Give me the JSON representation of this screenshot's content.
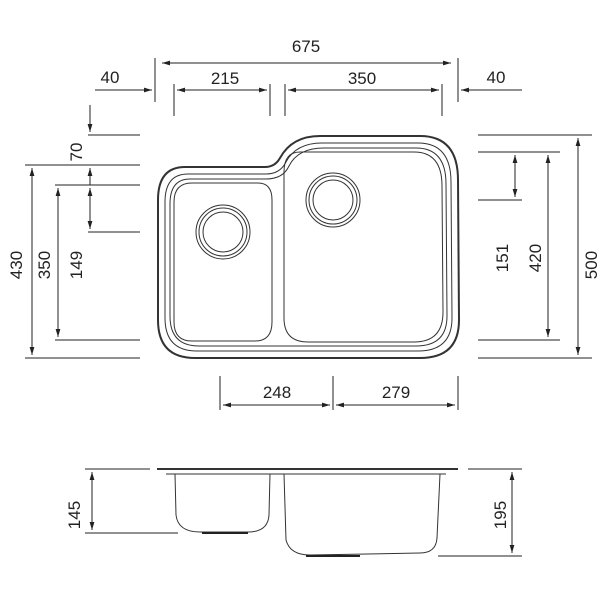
{
  "top_view": {
    "overall_width": "675",
    "left_margin": "40",
    "right_margin": "40",
    "small_bowl_width": "215",
    "large_bowl_width": "350",
    "small_section_width": "248",
    "large_section_width": "279",
    "overall_depth_left": "430",
    "small_bowl_depth": "350",
    "small_drain_offset": "149",
    "step_offset": "70",
    "large_drain_offset": "151",
    "large_bowl_depth": "420",
    "overall_depth_right": "500"
  },
  "side_view": {
    "small_bowl_height": "145",
    "large_bowl_height": "195"
  },
  "colors": {
    "line": "#222222",
    "background": "#ffffff"
  }
}
